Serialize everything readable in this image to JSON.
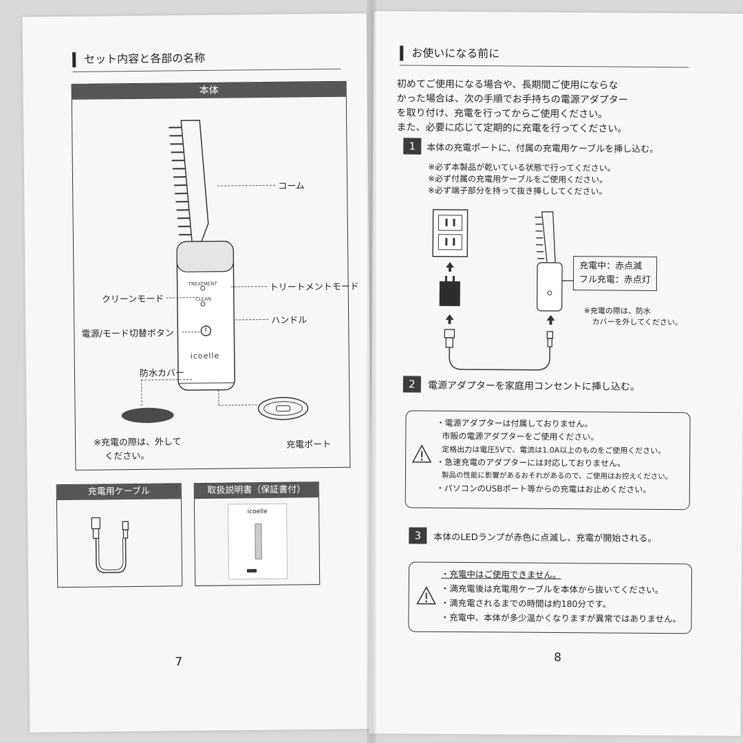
{
  "left": {
    "section_title": "セット内容と各部の名称",
    "main_box_header": "本体",
    "labels": {
      "comb": "コーム",
      "treatment_mode": "トリートメントモード",
      "clean_mode": "クリーンモード",
      "handle": "ハンドル",
      "power_button": "電源/モード切替ボタン",
      "waterproof_cover": "防水カバー",
      "charge_port": "充電ポート"
    },
    "device_text": {
      "treatment": "TREATMENT",
      "clean": "CLEAN",
      "brand": "icoelle"
    },
    "cover_note": [
      "※充電の際は、外して",
      "ください。"
    ],
    "cable_box_header": "充電用ケーブル",
    "manual_box_header": "取扱説明書（保証書付）",
    "manual_brand": "icoelle",
    "page_number": "7"
  },
  "right": {
    "section_title": "お使いになる前に",
    "intro": [
      "初めてご使用になる場合や、長期間ご使用にならな",
      "かった場合は、次の手順でお手持ちの電源アダプター",
      "を取り付け、充電を行ってからご使用ください。",
      "また、必要に応じて定期的に充電を行ってください。"
    ],
    "steps": [
      {
        "num": "1",
        "text": "本体の充電ポートに、付属の充電用ケーブルを挿し込む。"
      },
      {
        "num": "2",
        "text": "電源アダプターを家庭用コンセントに挿し込む。"
      },
      {
        "num": "3",
        "text": "本体のLEDランプが赤色に点滅し、充電が開始される。"
      }
    ],
    "step1_notes": [
      "※必ず本製品が乾いている状態で行ってください。",
      "※必ず付属の充電用ケーブルをご使用ください。",
      "※必ず端子部分を持って抜き挿ししてください。"
    ],
    "status": [
      "充電中：赤点滅",
      "フル充電：赤点灯"
    ],
    "cover_note": [
      "※充電の際は、防水",
      "カバーを外してください。"
    ],
    "warning1": [
      "・電源アダプターは付属しておりません。",
      "市販の電源アダプターをご使用ください。",
      "定格出力は電圧5Vで、電流は1.0A以上のものをご使用ください。",
      "・急速充電のアダプターには対応しておりません。",
      "製品の性能に影響があるおそれがあるので、ご使用はお控えください。",
      "・パソコンのUSBポート等からの充電はお止めください。"
    ],
    "warning2": [
      "・充電中はご使用できません。",
      "・満充電後は充電用ケーブルを本体から抜いてください。",
      "・満充電されるまでの時間は約180分です。",
      "・充電中、本体が多少温かくなりますが異常ではありません。"
    ],
    "page_number": "8"
  }
}
